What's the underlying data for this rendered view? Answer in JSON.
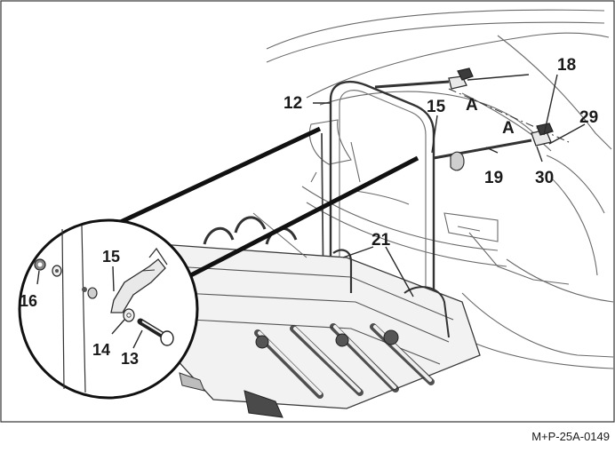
{
  "callouts": {
    "c12": "12",
    "c15_top": "15",
    "cA1": "A",
    "cA2": "A",
    "c18": "18",
    "c29": "29",
    "c19": "19",
    "c30": "30",
    "c21": "21",
    "c15_detail": "15",
    "c16": "16",
    "c14": "14",
    "c13": "13"
  },
  "reference": "M+P-25A-0149"
}
